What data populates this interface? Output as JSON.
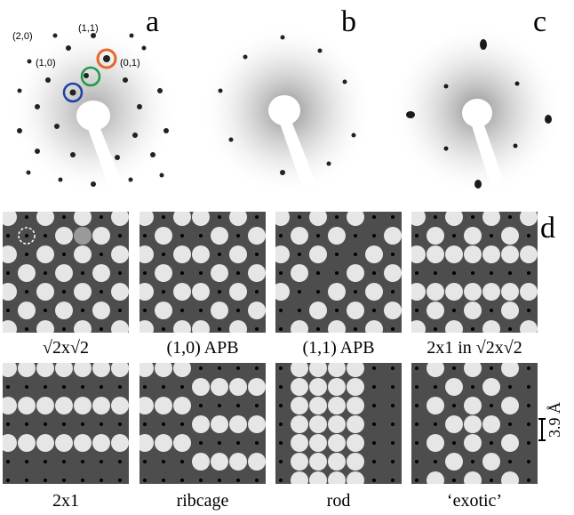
{
  "figure": {
    "panel_letters": {
      "a": "a",
      "b": "b",
      "c": "c",
      "d": "d"
    },
    "leed_indices": {
      "i20": "(2,0)",
      "i11": "(1,1)",
      "i10": "(1,0)",
      "i01": "(0,1)"
    },
    "circle_colors": {
      "blue": "#1f3fa8",
      "green": "#1e9a4a",
      "orange": "#e8652a"
    },
    "tile_background": "#4d4d4d",
    "atom_color": "#e6e6e6",
    "captions": {
      "t1": "√2x√2",
      "t2": "(1,0) APB",
      "t3": "(1,1) APB",
      "t4": "2x1 in √2x√2",
      "t5": "2x1",
      "t6": "ribcage",
      "t7": "rod",
      "t8": "‘exotic’"
    },
    "scale_label": "3.9 Å"
  }
}
